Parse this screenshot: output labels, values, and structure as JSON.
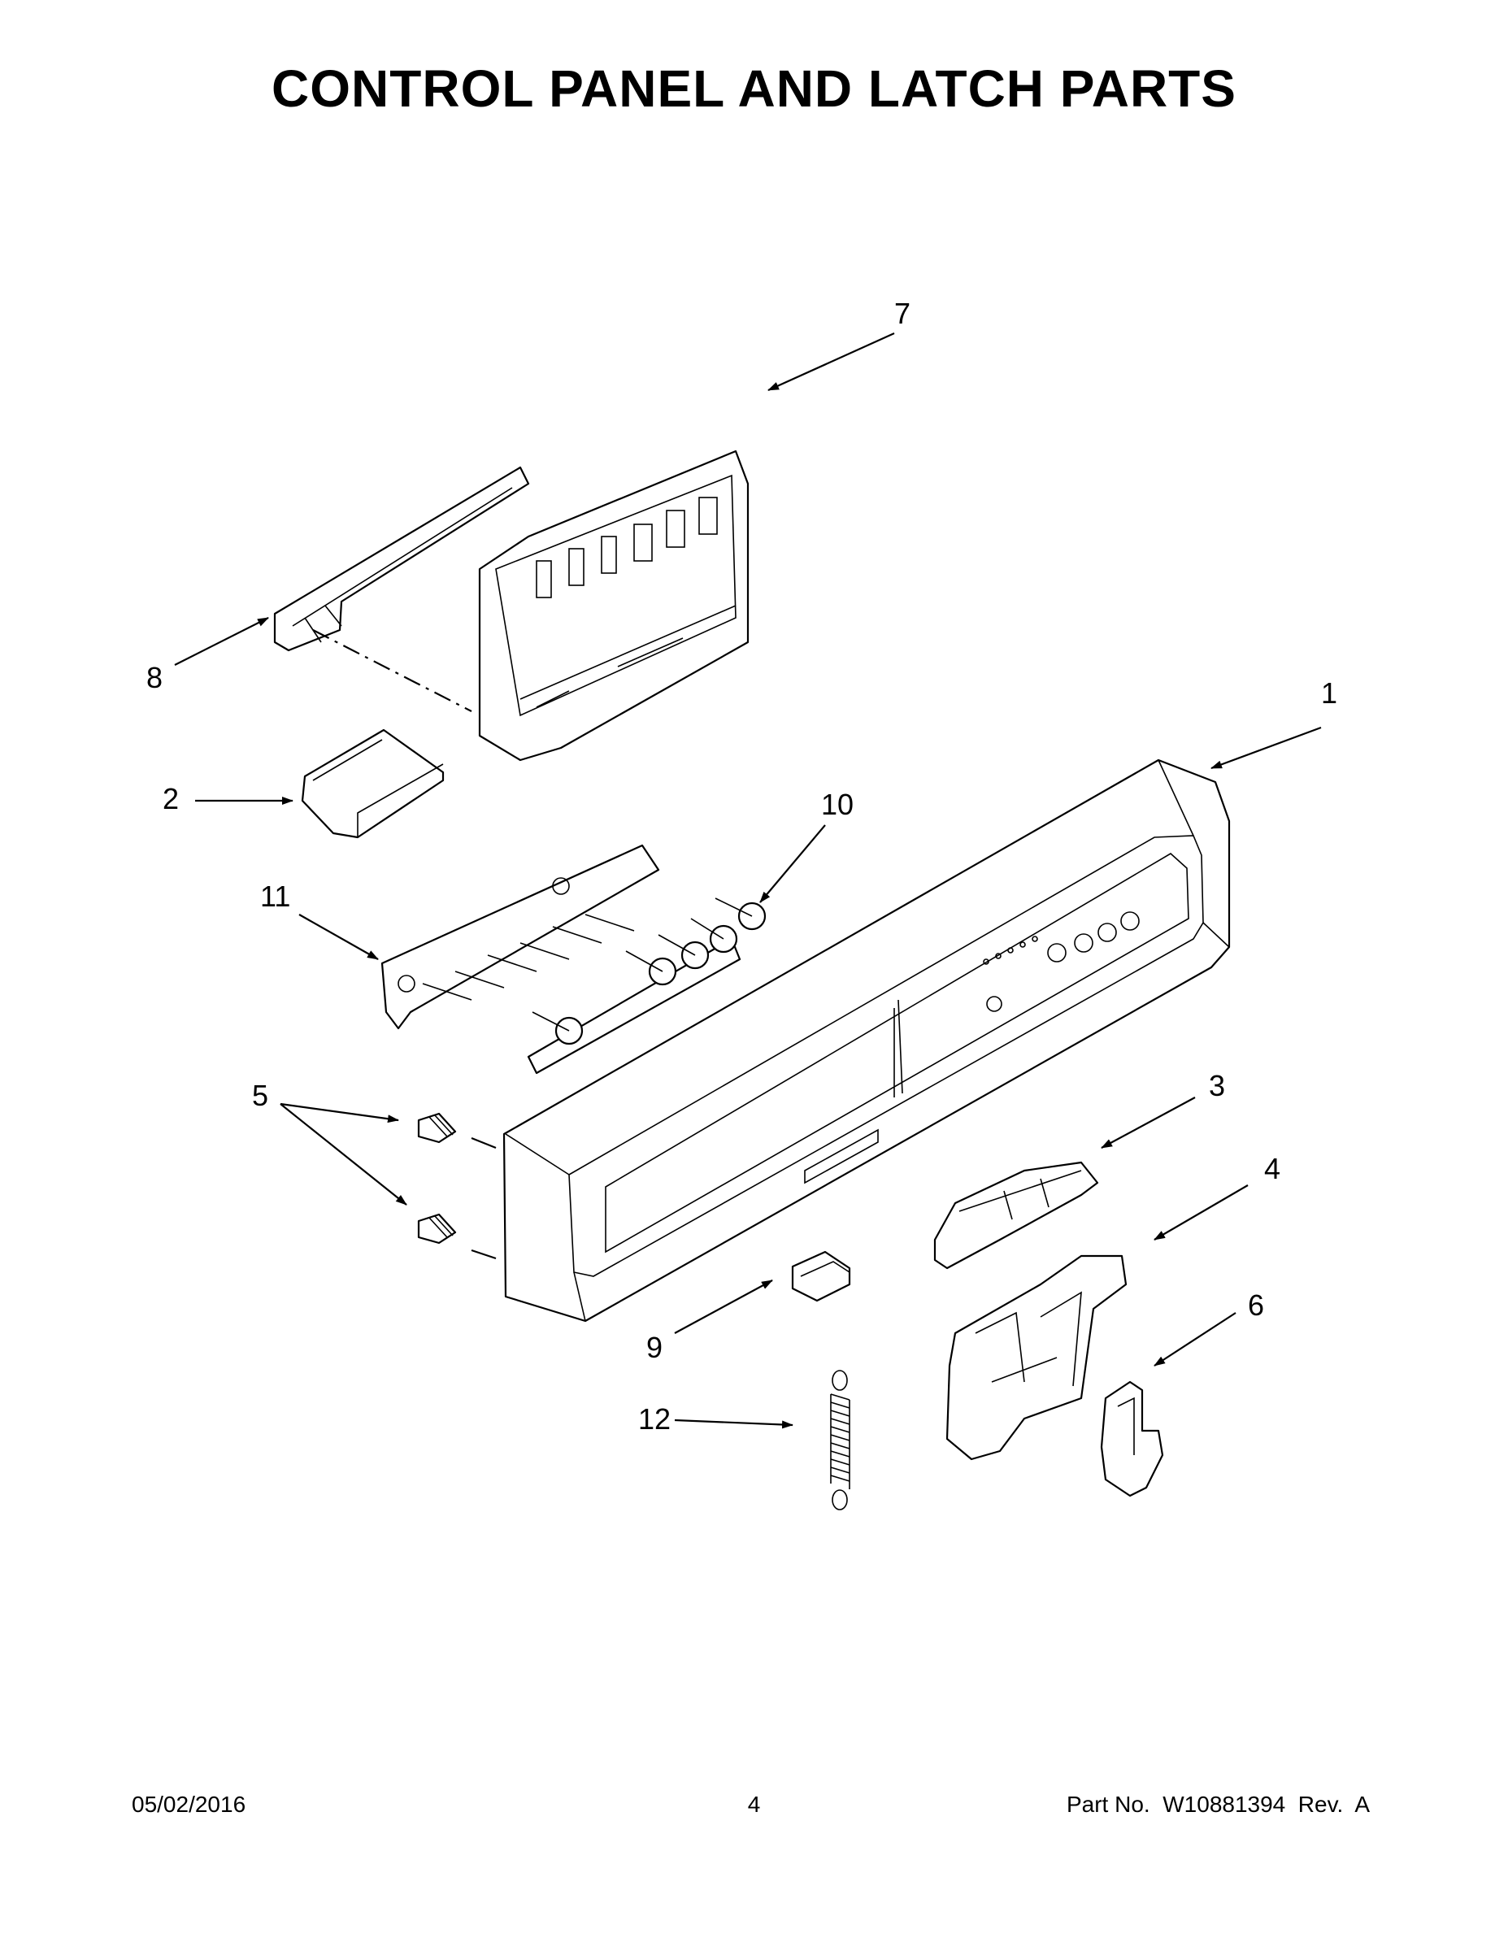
{
  "title": "CONTROL PANEL AND LATCH PARTS",
  "callouts": {
    "c1": "1",
    "c2": "2",
    "c3": "3",
    "c4": "4",
    "c5": "5",
    "c6": "6",
    "c7": "7",
    "c8": "8",
    "c9": "9",
    "c10": "10",
    "c11": "11",
    "c12": "12"
  },
  "footer": {
    "date": "05/02/2016",
    "page": "4",
    "part_no": "Part No.  W10881394  Rev.  A"
  }
}
